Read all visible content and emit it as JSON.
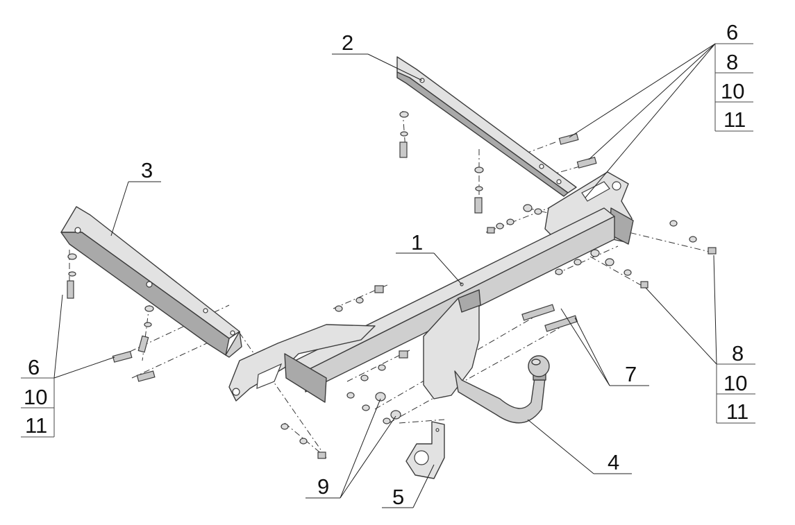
{
  "labels": {
    "part1": "1",
    "part2": "2",
    "part3": "3",
    "part4": "4",
    "part5": "5",
    "part7": "7",
    "part9": "9",
    "stack_top_right": [
      "6",
      "8",
      "10",
      "11"
    ],
    "stack_bottom_left": [
      "6",
      "10",
      "11"
    ],
    "stack_bottom_right": [
      "8",
      "10",
      "11"
    ]
  }
}
